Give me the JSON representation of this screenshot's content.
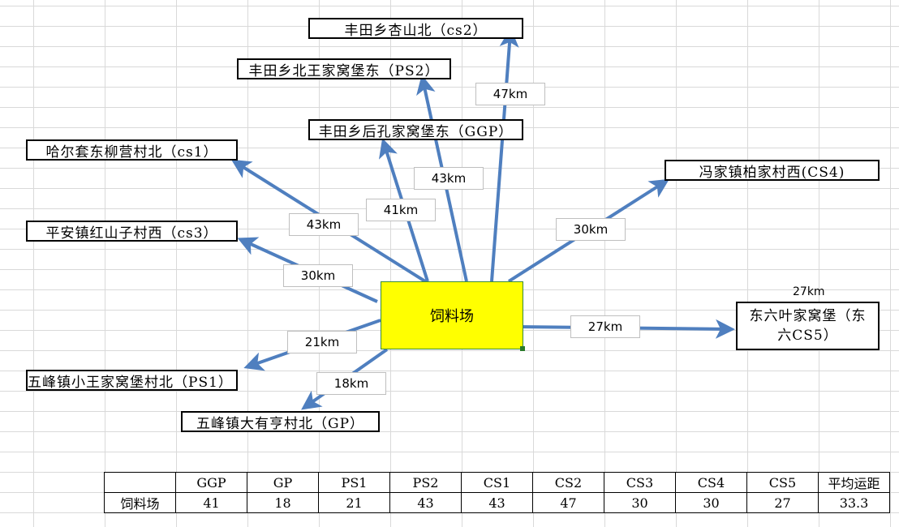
{
  "center": {
    "label": "饲料场",
    "fill": "#ffff00"
  },
  "arrow_color": "#4f7fbf",
  "destinations": {
    "cs2": "丰田乡杏山北（cs2）",
    "ps2": "丰田乡北王家窝堡东（PS2）",
    "ggp": "丰田乡后孔家窝堡东（GGP）",
    "cs1": "哈尔套东柳营村北（cs1）",
    "cs4": "冯家镇柏家村西(CS4)",
    "cs3": "平安镇红山子村西（cs3）",
    "cs5_line1": "东六叶家窝堡（东",
    "cs5_line2": "六CS5）",
    "ps1": "五峰镇小王家窝堡村北（PS1）",
    "gp": "五峰镇大有亨村北（GP）"
  },
  "distances": {
    "cs2": "47km",
    "ps2": "43km",
    "ggp": "41km",
    "cs1": "43km",
    "cs4": "30km",
    "cs3": "30km",
    "cs5": "27km",
    "ps1": "21km",
    "gp": "18km"
  },
  "cs5_extra_label": "27km",
  "table": {
    "headers": [
      "",
      "GGP",
      "GP",
      "PS1",
      "PS2",
      "CS1",
      "CS2",
      "CS3",
      "CS4",
      "CS5",
      "平均运距"
    ],
    "row_label": "饲料场",
    "values": [
      "41",
      "18",
      "21",
      "43",
      "43",
      "47",
      "30",
      "30",
      "27",
      "33.3"
    ]
  }
}
